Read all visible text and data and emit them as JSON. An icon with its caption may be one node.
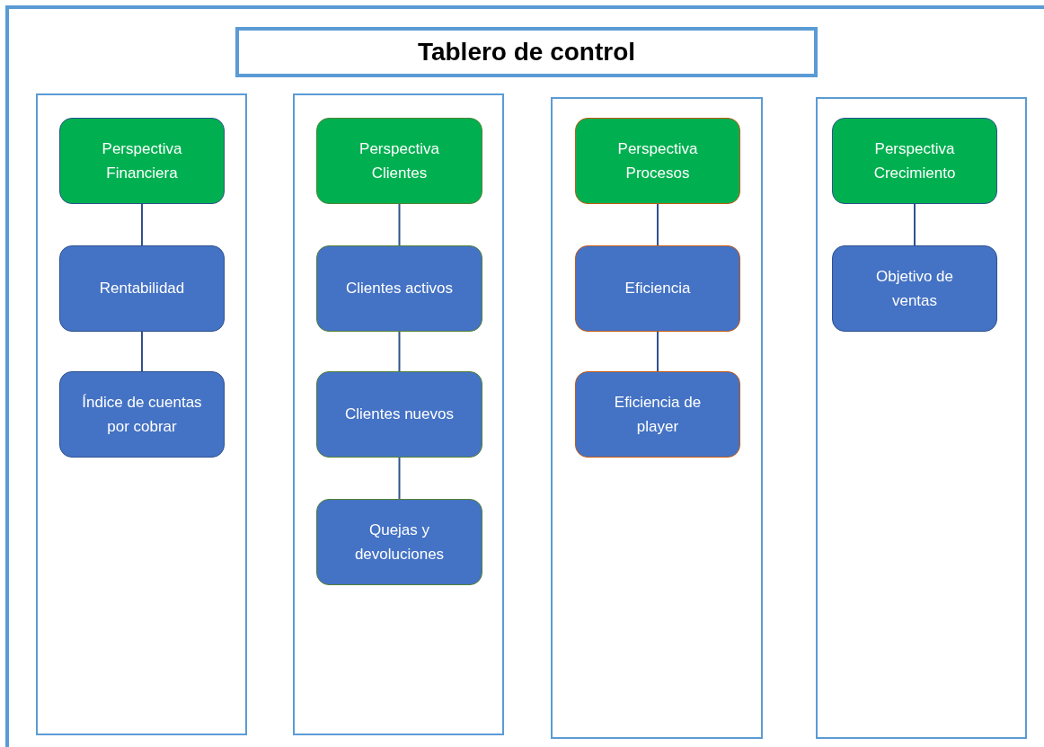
{
  "diagram": {
    "nodes": [
      {
        "text": [
          "Tablero de control"
        ]
      },
      {
        "text": [],
        "shape": "box"
      },
      {
        "text": [
          "Perspectiva Financiera"
        ],
        "in": 1
      },
      {
        "text": [
          "Rentabilidad"
        ],
        "in": 1
      },
      {
        "text": [
          "Índice de cuentas por cobrar"
        ],
        "in": 1
      },
      {
        "text": [],
        "shape": "box"
      },
      {
        "text": [
          "Perspectiva Clientes"
        ],
        "in": 5
      },
      {
        "text": [
          "Clientes activos"
        ],
        "in": 5
      },
      {
        "text": [
          "Clientes nuevos"
        ],
        "in": 5
      },
      {
        "text": [
          "Quejas y devoluciones"
        ],
        "in": 5
      },
      {
        "text": [],
        "shape": "box"
      },
      {
        "text": [
          "Perspectiva Procesos"
        ],
        "in": 10
      },
      {
        "text": [
          "Eficiencia"
        ],
        "in": 10
      },
      {
        "text": [
          "Eficiencia de player"
        ],
        "in": 10
      },
      {
        "text": [],
        "shape": "box"
      },
      {
        "text": [
          "Perspectiva Crecimiento"
        ],
        "in": 14
      },
      {
        "text": [
          "Objetivo de ventas"
        ],
        "in": 14
      }
    ],
    "edges": [
      {
        "from": 2,
        "to": 3,
        "arrow": "none"
      },
      {
        "from": 3,
        "to": 4,
        "arrow": "none"
      },
      {
        "from": 6,
        "to": 7,
        "arrow": "none"
      },
      {
        "from": 7,
        "to": 8,
        "arrow": "none"
      },
      {
        "from": 8,
        "to": 9,
        "arrow": "none"
      },
      {
        "from": 11,
        "to": 12,
        "arrow": "none"
      },
      {
        "from": 12,
        "to": 13,
        "arrow": "none"
      },
      {
        "from": 15,
        "to": 16,
        "arrow": "none"
      }
    ]
  }
}
